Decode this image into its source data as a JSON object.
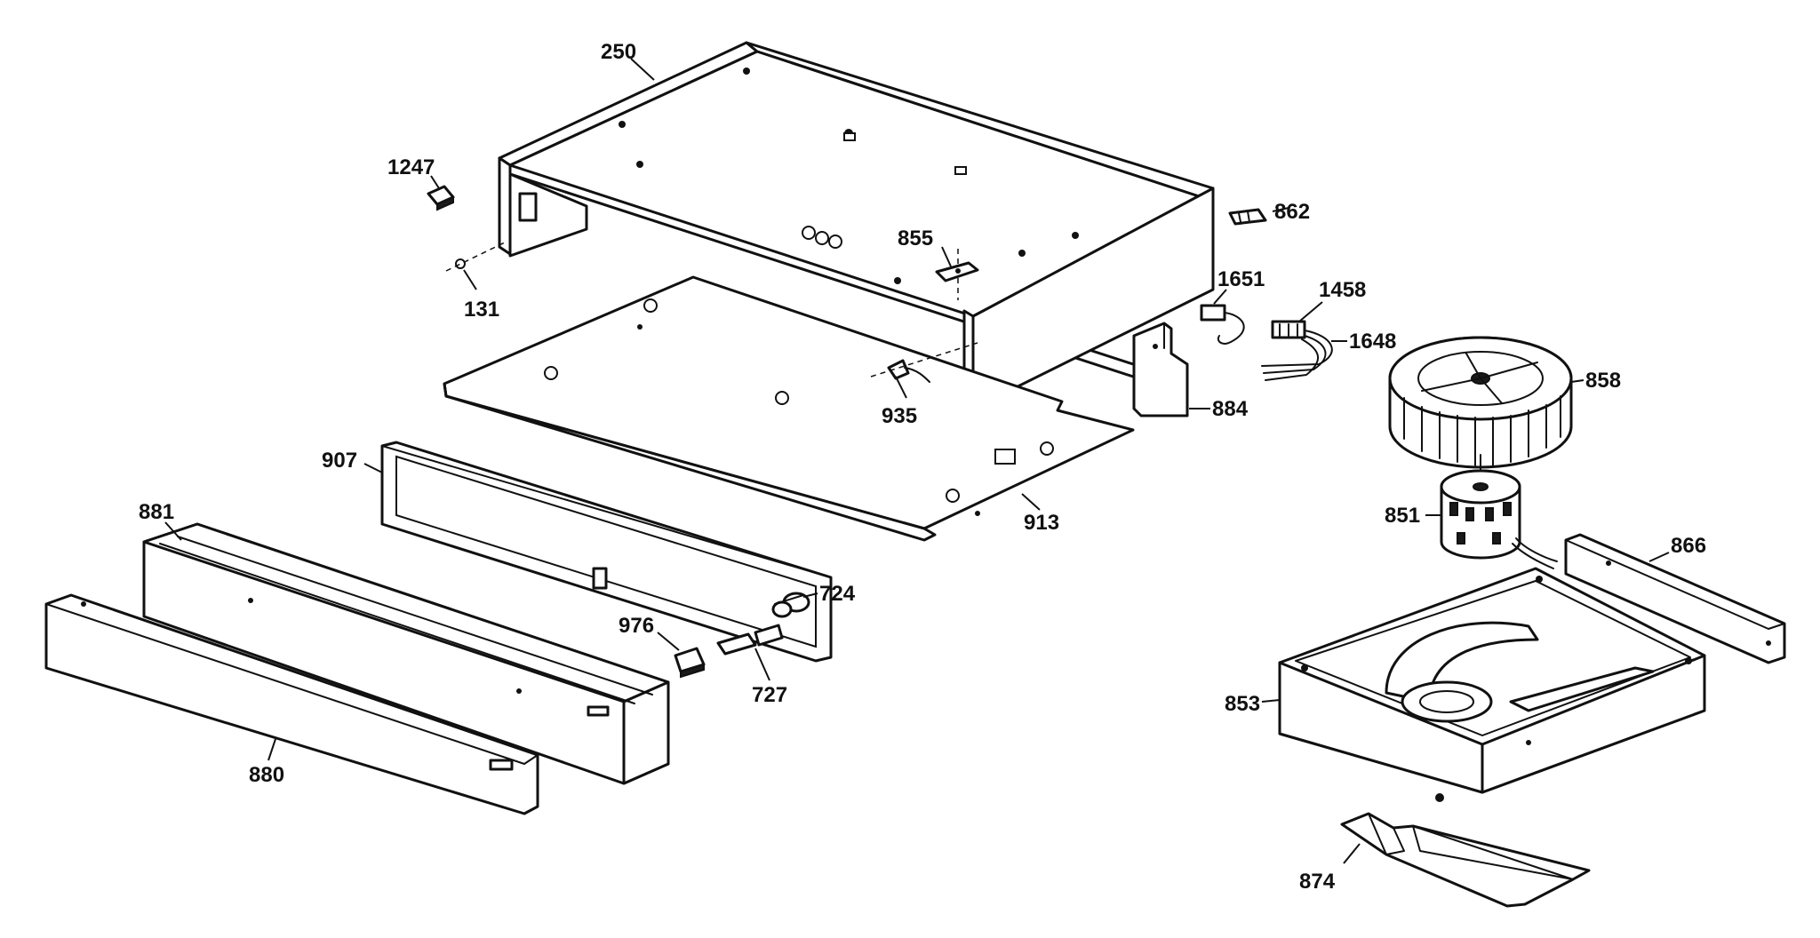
{
  "callouts": [
    {
      "id": "250"
    },
    {
      "id": "1247"
    },
    {
      "id": "131"
    },
    {
      "id": "855"
    },
    {
      "id": "862"
    },
    {
      "id": "1651"
    },
    {
      "id": "1458"
    },
    {
      "id": "1648"
    },
    {
      "id": "935"
    },
    {
      "id": "884"
    },
    {
      "id": "858"
    },
    {
      "id": "907"
    },
    {
      "id": "881"
    },
    {
      "id": "913"
    },
    {
      "id": "851"
    },
    {
      "id": "866"
    },
    {
      "id": "724"
    },
    {
      "id": "976"
    },
    {
      "id": "727"
    },
    {
      "id": "853"
    },
    {
      "id": "880"
    },
    {
      "id": "874"
    }
  ]
}
